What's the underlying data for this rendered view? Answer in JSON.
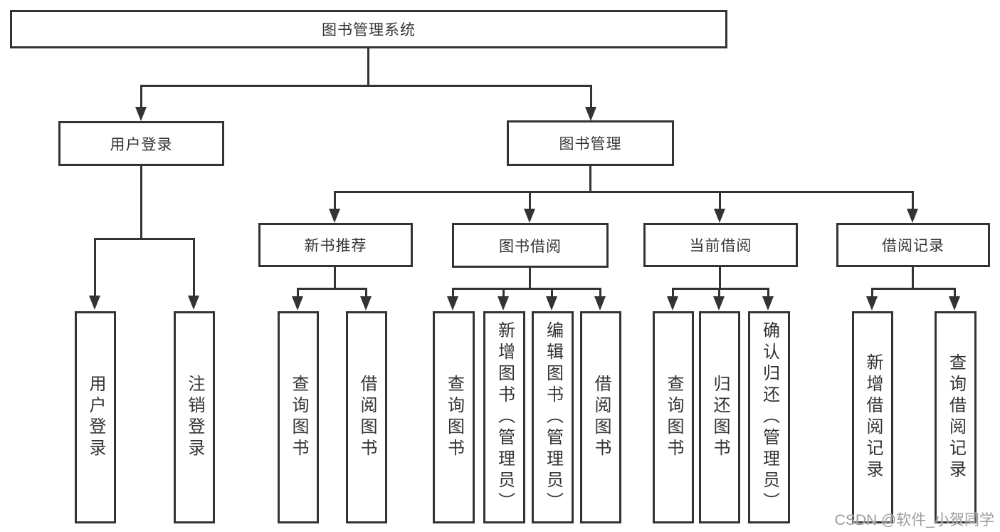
{
  "diagram": {
    "root": {
      "label": "图书管理系统"
    },
    "level2": [
      {
        "label": "用户登录",
        "parent": "图书管理系统"
      },
      {
        "label": "图书管理",
        "parent": "图书管理系统"
      }
    ],
    "level3": [
      {
        "label": "新书推荐",
        "parent": "图书管理"
      },
      {
        "label": "图书借阅",
        "parent": "图书管理"
      },
      {
        "label": "当前借阅",
        "parent": "图书管理"
      },
      {
        "label": "借阅记录",
        "parent": "图书管理"
      }
    ],
    "leaves": [
      {
        "label": "用户登录",
        "parent": "用户登录"
      },
      {
        "label": "注销登录",
        "parent": "用户登录"
      },
      {
        "label": "查询图书",
        "parent": "新书推荐"
      },
      {
        "label": "借阅图书",
        "parent": "新书推荐"
      },
      {
        "label": "查询图书",
        "parent": "图书借阅"
      },
      {
        "label": "新增图书（管理员）",
        "parent": "图书借阅"
      },
      {
        "label": "编辑图书（管理员）",
        "parent": "图书借阅"
      },
      {
        "label": "借阅图书",
        "parent": "图书借阅"
      },
      {
        "label": "查询图书",
        "parent": "当前借阅"
      },
      {
        "label": "归还图书",
        "parent": "当前借阅"
      },
      {
        "label": "确认归还（管理员）",
        "parent": "当前借阅"
      },
      {
        "label": "新增借阅记录",
        "parent": "借阅记录"
      },
      {
        "label": "查询借阅记录",
        "parent": "借阅记录"
      }
    ]
  },
  "watermark": {
    "text": "CSDN @软件_小贺同学"
  },
  "colors": {
    "line": "#333333",
    "text": "#333333",
    "background": "#ffffff",
    "watermark": "#9c9c9c"
  }
}
